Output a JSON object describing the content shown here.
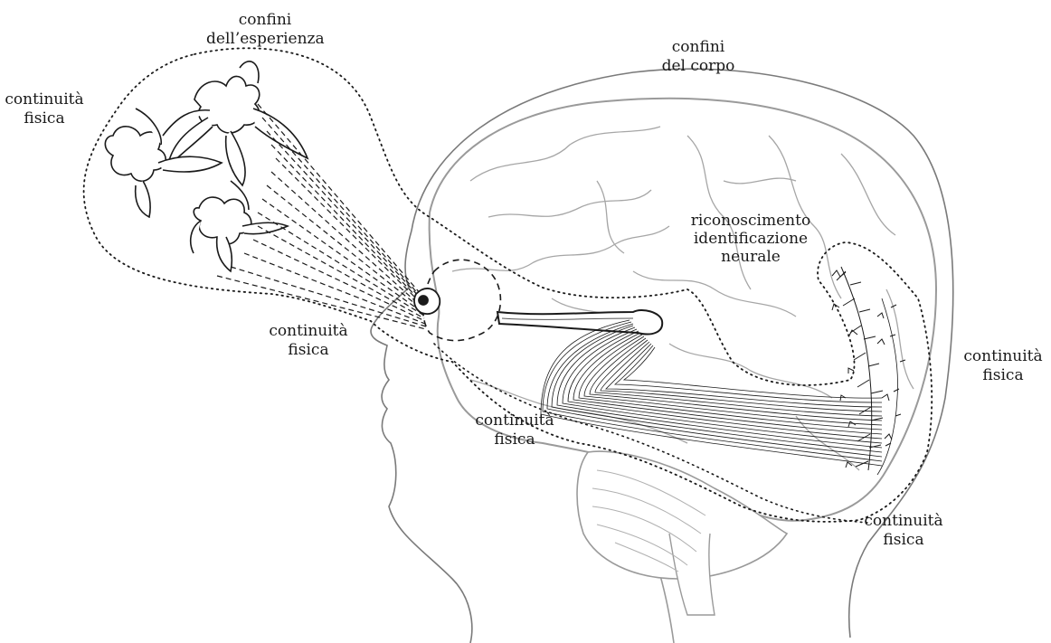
{
  "labels": {
    "experience_boundary": "confini\ndell’esperienza",
    "body_boundary": "confini\ndel corpo",
    "continuity_top_left": "continuità\nfisica",
    "continuity_eye": "continuità\nfisica",
    "continuity_temporal": "continuità\nfisica",
    "continuity_right": "continuità\nfisica",
    "continuity_bottom_right": "continuità\nfisica",
    "recognition": "riconoscimento\nidentificazione\nneurale"
  },
  "colors": {
    "line": "#1a1a1a",
    "brain": "#9a9a9a",
    "head_outline": "#7a7a7a",
    "background": "#ffffff"
  },
  "icons": [
    "orchid-flowers",
    "eye",
    "optic-nerve",
    "nerve-fibres",
    "neural-arbor"
  ]
}
